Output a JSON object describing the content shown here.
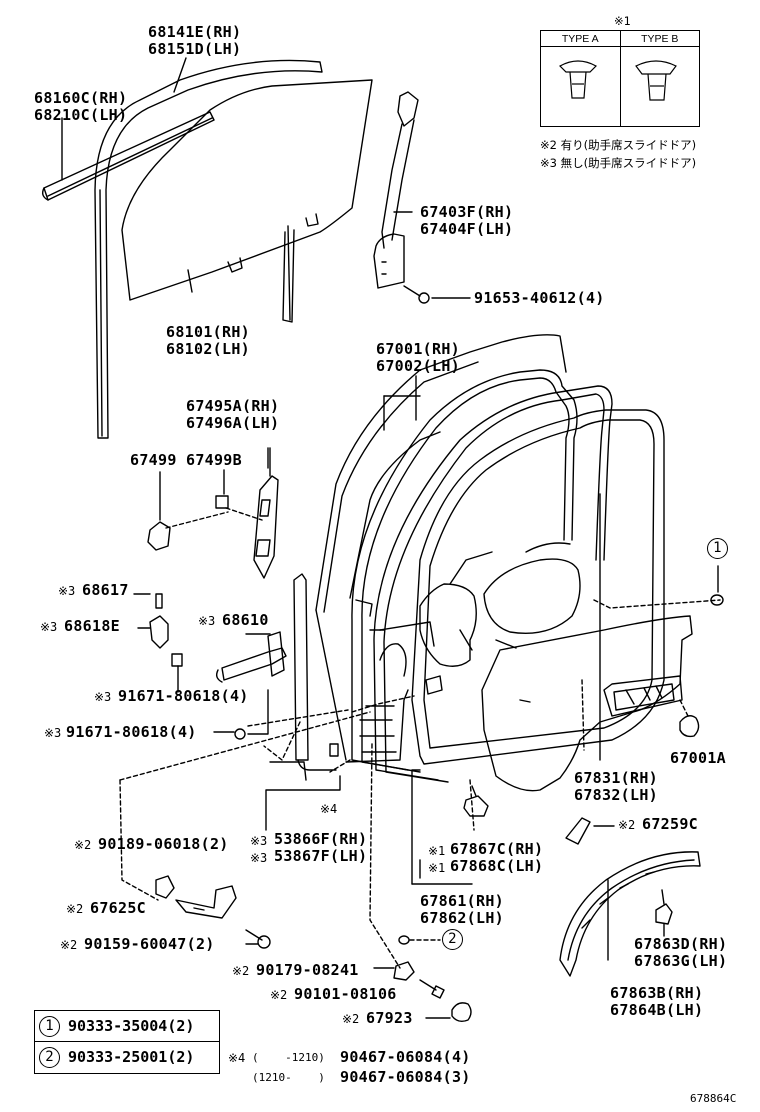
{
  "diagram": {
    "figure_id": "678864C",
    "notes": {
      "marker": "※1",
      "type_a": "TYPE A",
      "type_b": "TYPE B",
      "note2": "※2 有り(助手席スライドドア)",
      "note3": "※3 無し(助手席スライドドア)"
    },
    "labels": {
      "p68141": "68141E(RH)\n68151D(LH)",
      "p68160": "68160C(RH)\n68210C(LH)",
      "p68101": "68101(RH)\n68102(LH)",
      "p67403": "67403F(RH)\n67404F(LH)",
      "p91653": "91653-40612(4)",
      "p67001": "67001(RH)\n67002(LH)",
      "p67495": "67495A(RH)\n67496A(LH)",
      "p67499": "67499 67499B",
      "p68617": "68617",
      "p68618": "68618E",
      "p68610": "68610",
      "p91671a": "91671-80618(4)",
      "p91671b": "91671-80618(4)",
      "p67001A": "67001A",
      "p67831": "67831(RH)\n67832(LH)",
      "p53866": "53866F(RH)\n53867F(LH)",
      "p67867": "67867C(RH)\n67868C(LH)",
      "p67259": "67259C",
      "p90189": "90189-06018(2)",
      "p67861": "67861(RH)\n67862(LH)",
      "p67625": "67625C",
      "p90159": "90159-60047(2)",
      "p67863D": "67863D(RH)\n67863G(LH)",
      "p90179": "90179-08241",
      "p90101": "90101-08106",
      "p67923": "67923",
      "p67863B": "67863B(RH)\n67864B(LH)",
      "callout1": "1",
      "callout2": "2",
      "m3": "※3",
      "m2": "※2",
      "m1": "※1",
      "m4": "※4"
    },
    "legend": {
      "row1_num": "1",
      "row1_part": "90333-35004(2)",
      "row2_num": "2",
      "row2_part": "90333-25001(2)",
      "foot_mark": "※4",
      "foot_line1_range": "(    -1210)",
      "foot_line1_part": "90467-06084(4)",
      "foot_line2_range": "(1210-    )",
      "foot_line2_part": "90467-06084(3)"
    }
  }
}
